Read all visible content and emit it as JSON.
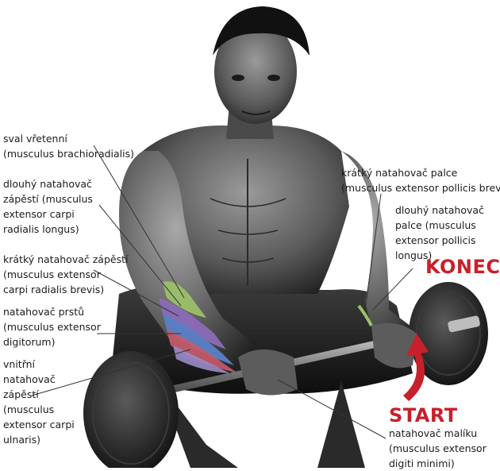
{
  "labels": {
    "brachioradialis": "sval vřetenní\n(musculus brachioradialis)",
    "ext_carpi_rad_longus": "dlouhý natahovač\nzápěstí (musculus\nextensor carpi\nradialis longus)",
    "ext_carpi_rad_brevis": "krátký natahovač zápěstí\n(musculus extensor\ncarpi radialis brevis)",
    "ext_digitorum": "natahovač prstů\n(musculus extensor\ndigitorum)",
    "ext_carpi_ulnaris": "vnitřní\nnatahovač\nzápěstí\n(musculus\nextensor carpi\nulnaris)",
    "ext_poll_brevis": "krátký natahovač palce\n(musculus extensor pollicis brevis)",
    "ext_poll_longus": "dlouhý natahovač\npalce (musculus\nextensor pollicis\nlongus)",
    "ext_digiti_minimi": "natahovač malíku\n(musculus extensor\ndigiti minimi)"
  },
  "phases": {
    "end": "KONEC",
    "start": "START"
  },
  "colors": {
    "accent": "#c8202a",
    "skin_dark": "#2a2a2a",
    "skin_mid": "#6a6a6a",
    "skin_light": "#b8b8b8",
    "muscle_green": "#9bc06a",
    "muscle_purple": "#8a6bb8",
    "muscle_blue": "#5b7fc8",
    "muscle_red": "#c85a6a",
    "leader": "#333333"
  }
}
